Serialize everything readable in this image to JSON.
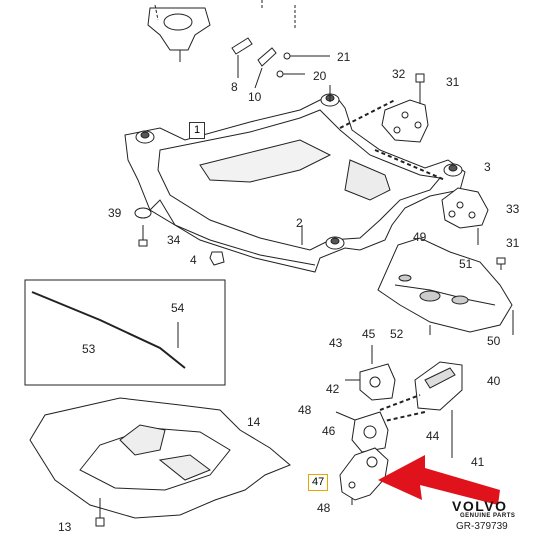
{
  "diagram": {
    "callouts": {
      "c1": "1",
      "c2": "2",
      "c3": "3",
      "c4": "4",
      "c8": "8",
      "c10": "10",
      "c13": "13",
      "c14": "14",
      "c20": "20",
      "c21": "21",
      "c31a": "31",
      "c31b": "31",
      "c32": "32",
      "c33": "33",
      "c34": "34",
      "c39": "39",
      "c40": "40",
      "c41": "41",
      "c42": "42",
      "c43": "43",
      "c44": "44",
      "c45": "45",
      "c46": "46",
      "c47": "47",
      "c48a": "48",
      "c48b": "48",
      "c49": "49",
      "c50": "50",
      "c51": "51",
      "c52": "52",
      "c53": "53",
      "c54": "54"
    },
    "brand": "VOLVO",
    "brand_sub": "GENUINE PARTS",
    "reference": "GR-379739",
    "colors": {
      "line": "#222222",
      "fill": "#ffffff",
      "shade": "#d8d8d8",
      "arrow": "#e0121b",
      "highlight": "#e6a800"
    }
  }
}
